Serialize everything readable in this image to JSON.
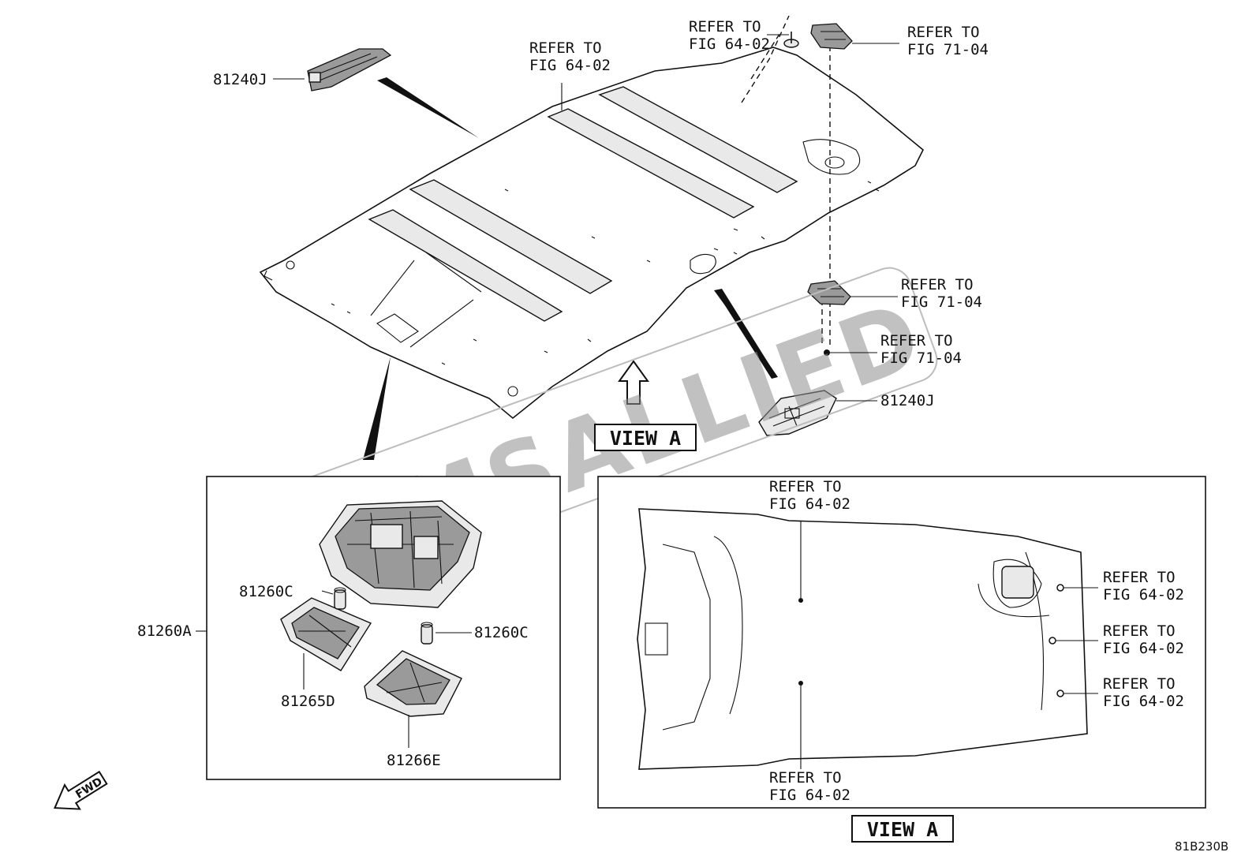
{
  "watermark": "AMSALLIED",
  "diagram_code": "81B230B",
  "fwd_label": "FWD",
  "view_label": "VIEW A",
  "parts": {
    "p81240j": "81240J",
    "p81260a": "81260A",
    "p81260c": "81260C",
    "p81265d": "81265D",
    "p81266e": "81266E"
  },
  "refer_to": "REFER TO",
  "fig": {
    "f6402": "FIG 64-02",
    "f7104": "FIG 71-04"
  }
}
